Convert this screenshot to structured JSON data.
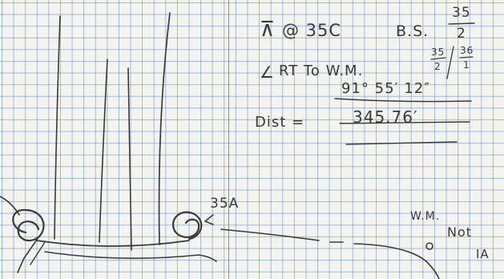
{
  "page": {
    "colors": {
      "paper": "#f3f4ee",
      "grid": "#5c87cd",
      "margin_rule": "#e0524b",
      "pencil": "#3b3a36"
    }
  },
  "notes": {
    "setup_symbol": "⊼",
    "setup_text": "@ 35C",
    "bs_label": "B.S.",
    "bs_num": "35",
    "bs_den": "2",
    "angle_symbol": "∠",
    "angle_text": "RT To W.M.",
    "wm_num_a": "35",
    "wm_den_a": "2",
    "wm_num_b": "36",
    "wm_den_b": "1",
    "angle_value": "91° 55′ 12″",
    "dist_label": "Dist =",
    "dist_value": "345.76′"
  },
  "sketch": {
    "corner_label": "35A",
    "wm_label": "W.M.",
    "wm_note_1": "Not",
    "wm_note_2": "IA"
  }
}
